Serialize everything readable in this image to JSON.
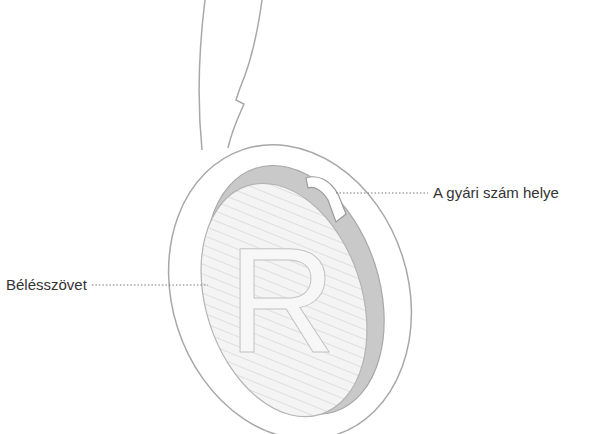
{
  "diagram": {
    "labels": [
      "A gyári szám helye",
      "Bélésszövet",
      "R"
    ]
  }
}
